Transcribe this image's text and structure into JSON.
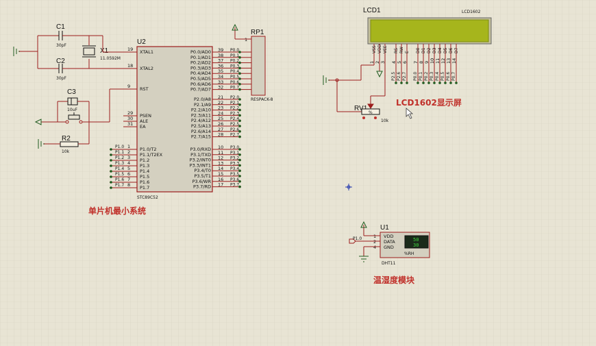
{
  "mcu": {
    "ref": "U2",
    "part": "STC89C52",
    "left_pins": [
      {
        "num": "19",
        "name": "XTAL1"
      },
      {
        "num": "18",
        "name": "XTAL2"
      },
      {
        "num": "9",
        "name": "RST"
      },
      {
        "num": "29",
        "name": "PSEN"
      },
      {
        "num": "30",
        "name": "ALE"
      },
      {
        "num": "31",
        "name": "EA"
      },
      {
        "num": "1",
        "name": "P1.0/T2"
      },
      {
        "num": "2",
        "name": "P1.1/T2EX"
      },
      {
        "num": "3",
        "name": "P1.2"
      },
      {
        "num": "4",
        "name": "P1.3"
      },
      {
        "num": "5",
        "name": "P1.4"
      },
      {
        "num": "6",
        "name": "P1.5"
      },
      {
        "num": "7",
        "name": "P1.6"
      },
      {
        "num": "8",
        "name": "P1.7"
      }
    ],
    "right_pins": [
      {
        "num": "39",
        "name": "P0.0/AD0",
        "net": "P0.0"
      },
      {
        "num": "38",
        "name": "P0.1/AD1",
        "net": "P0.1"
      },
      {
        "num": "37",
        "name": "P0.2/AD2",
        "net": "P0.2"
      },
      {
        "num": "36",
        "name": "P0.3/AD3",
        "net": "P0.3"
      },
      {
        "num": "35",
        "name": "P0.4/AD4",
        "net": "P0.4"
      },
      {
        "num": "34",
        "name": "P0.5/AD5",
        "net": "P0.5"
      },
      {
        "num": "33",
        "name": "P0.6/AD6",
        "net": "P0.6"
      },
      {
        "num": "32",
        "name": "P0.7/AD7",
        "net": "P0.7"
      },
      {
        "num": "21",
        "name": "P2.0/A8",
        "net": "P2.0"
      },
      {
        "num": "22",
        "name": "P2.1/A9",
        "net": "P2.1"
      },
      {
        "num": "23",
        "name": "P2.2/A10",
        "net": "P2.2"
      },
      {
        "num": "24",
        "name": "P2.3/A11",
        "net": "P2.3"
      },
      {
        "num": "25",
        "name": "P2.4/A12",
        "net": "P2.4"
      },
      {
        "num": "26",
        "name": "P2.5/A13",
        "net": "P2.5"
      },
      {
        "num": "27",
        "name": "P2.6/A14",
        "net": "P2.6"
      },
      {
        "num": "28",
        "name": "P2.7/A15",
        "net": "P2.7"
      },
      {
        "num": "10",
        "name": "P3.0/RXD",
        "net": "P3.0"
      },
      {
        "num": "11",
        "name": "P3.1/TXD",
        "net": "P3.1"
      },
      {
        "num": "12",
        "name": "P3.2/INT0",
        "net": "P3.2"
      },
      {
        "num": "13",
        "name": "P3.3/INT1",
        "net": "P3.3"
      },
      {
        "num": "14",
        "name": "P3.4/T0",
        "net": "P3.4"
      },
      {
        "num": "15",
        "name": "P3.5/T1",
        "net": "P3.5"
      },
      {
        "num": "16",
        "name": "P3.6/WR",
        "net": "P3.6"
      },
      {
        "num": "17",
        "name": "P3.7/RD",
        "net": "P3.7"
      }
    ],
    "p1_nets": [
      "P1.0",
      "P1.1",
      "P1.2",
      "P1.3",
      "P1.4",
      "P1.5",
      "P1.6",
      "P1.7"
    ]
  },
  "components": {
    "c1": {
      "ref": "C1",
      "value": "30pF"
    },
    "c2": {
      "ref": "C2",
      "value": "30pF"
    },
    "c3": {
      "ref": "C3",
      "value": "10uF"
    },
    "x1": {
      "ref": "X1",
      "value": "11.0592M"
    },
    "r2": {
      "ref": "R2",
      "value": "10k"
    },
    "rp1": {
      "ref": "RP1",
      "part": "RESPACK-8",
      "pin1": "1"
    },
    "rv1": {
      "ref": "RV1",
      "value": "10k",
      "body": "%"
    }
  },
  "lcd": {
    "ref": "LCD1",
    "part": "LCD1602",
    "pins": [
      "VSS",
      "VDD",
      "VEE",
      "RS",
      "RW",
      "E",
      "D0",
      "D1",
      "D2",
      "D3",
      "D4",
      "D5",
      "D6",
      "D7"
    ],
    "pin_nums": [
      "1",
      "2",
      "3",
      "4",
      "5",
      "6",
      "7",
      "8",
      "9",
      "10",
      "11",
      "12",
      "13",
      "14"
    ],
    "nets": [
      "P2.5",
      "P2.6",
      "P2.7",
      "P0.0",
      "P0.1",
      "P0.2",
      "P0.3",
      "P0.4",
      "P0.5",
      "P0.6",
      "P0.7"
    ]
  },
  "dht": {
    "ref": "U1",
    "part": "DHT11",
    "pins": [
      {
        "num": "1",
        "name": "VDD"
      },
      {
        "num": "2",
        "name": "DATA"
      },
      {
        "num": "4",
        "name": "GND"
      }
    ],
    "data_net": "P1.0",
    "temp": "50",
    "humid": "30",
    "unit": "%RH"
  },
  "labels": {
    "mcu_section": "单片机最小系统",
    "lcd_section": "LCD1602显示屏",
    "dht_section": "温湿度模块"
  },
  "colors": {
    "background": "#e8e4d4",
    "grid": "#d6d1bf",
    "wire": "#9b1c1c",
    "ground": "#1f5b1f",
    "chip_body": "#d4d0c0",
    "lcd_screen": "#a6b51c",
    "label_red": "#c0302a"
  }
}
